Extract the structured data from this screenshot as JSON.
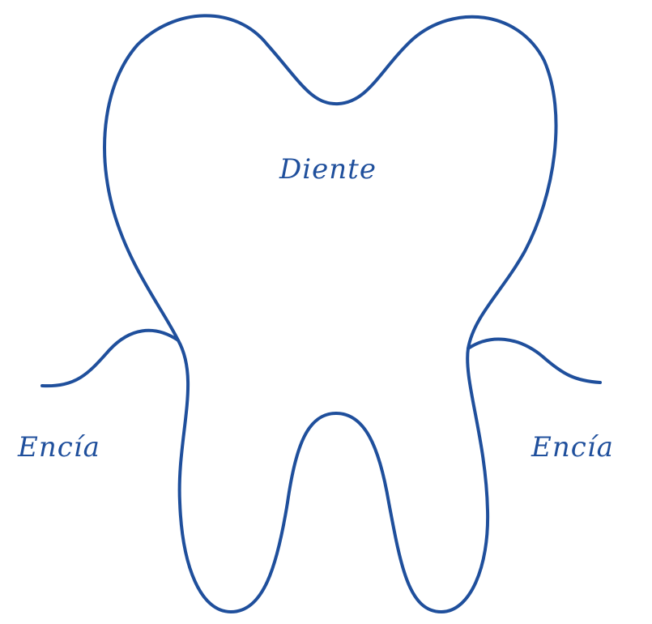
{
  "labels": {
    "tooth": "Diente",
    "gum_left": "Encía",
    "gum_right": "Encía"
  },
  "colors": {
    "stroke": "#1f4f9c",
    "text": "#1f4f9c",
    "background": "#ffffff"
  }
}
